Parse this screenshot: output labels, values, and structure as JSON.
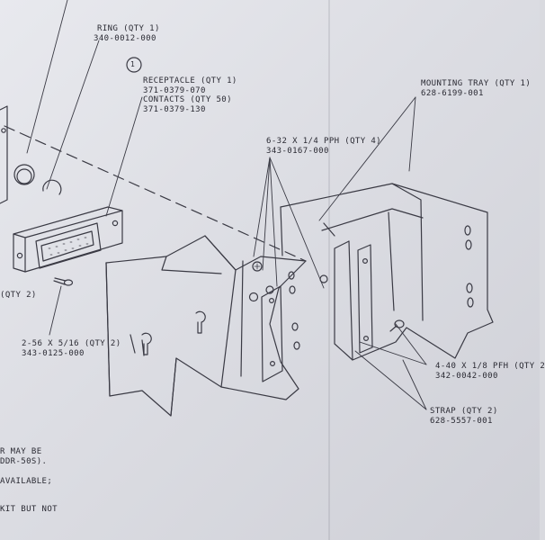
{
  "callouts": {
    "ring": {
      "title": "RING (QTY 1)",
      "part": "340-0012-000"
    },
    "receptacle": {
      "note_marker": "1",
      "title": "RECEPTACLE (QTY 1)",
      "part": "371-0379-070",
      "contacts": "CONTACTS (QTY 50)",
      "contacts_part": "371-0379-130"
    },
    "mounting_tray": {
      "title": "MOUNTING TRAY (QTY 1)",
      "part": "628-6199-001"
    },
    "screw_632": {
      "title": "6-32 X 1/4 PPH (QTY 4)",
      "part": "343-0167-000"
    },
    "screw_440": {
      "title": "4-40 X 1/8 PFH (QTY 2",
      "part": "342-0042-000"
    },
    "strap": {
      "title": "STRAP (QTY 2)",
      "part": "628-5557-001"
    },
    "screw_256": {
      "title": "2-56 X 5/16 (QTY 2)",
      "part": "343-0125-000"
    },
    "qty2_left": "(QTY 2)"
  },
  "notes": [
    "R MAY BE",
    "DDR-50S).",
    "AVAILABLE;",
    "KIT BUT NOT"
  ]
}
